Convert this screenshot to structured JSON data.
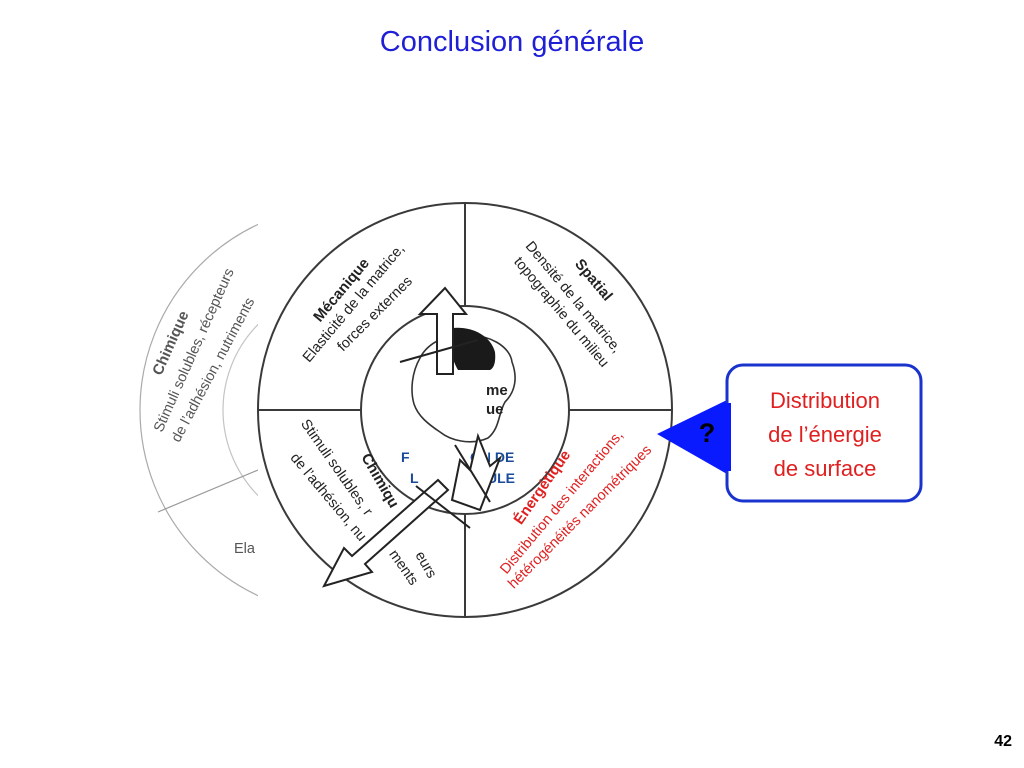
{
  "slide": {
    "title": "Conclusion générale",
    "page_number": "42"
  },
  "back_wheel": {
    "chimique_title": "Chimique",
    "chimique_line1": "Stimuli solubles, récepteurs",
    "chimique_line2": "de l’adhésion, nutriments",
    "ela_text": "Ela"
  },
  "front_wheel": {
    "mecanique_title": "Mécanique",
    "mecanique_line1": "Elasticité de la matrice,",
    "mecanique_line2": "forces externes",
    "spatial_title": "Spatial",
    "spatial_line1": "Densité de la matrice,",
    "spatial_line2": "topographie du milieu",
    "chimique_title": "Chimiqu",
    "chimique_line1": "Stimuli solubles, r",
    "chimique_line1b": "eurs",
    "chimique_line2": "de l’adhésion, nu",
    "chimique_line2b": "ments",
    "energetique_title": "Énergétique",
    "energetique_line1": "Distribution des interactions,",
    "energetique_line2": "hétérogénéités nanométriques",
    "center_line1a": "F",
    "center_line1b": "ON DE",
    "center_line2a": "L",
    "center_line2b": "ULE",
    "center_top1": "me",
    "center_top2": "ue"
  },
  "callout": {
    "question": "?",
    "line1": "Distribution",
    "line2": "de l’énergie",
    "line3": "de surface"
  },
  "colors": {
    "title": "#1f1fd6",
    "callout_border": "#1a33cc",
    "callout_text": "#e02020",
    "pointer": "#0a1aff",
    "energetique": "#e02020",
    "center_label": "#1a4a9a"
  }
}
